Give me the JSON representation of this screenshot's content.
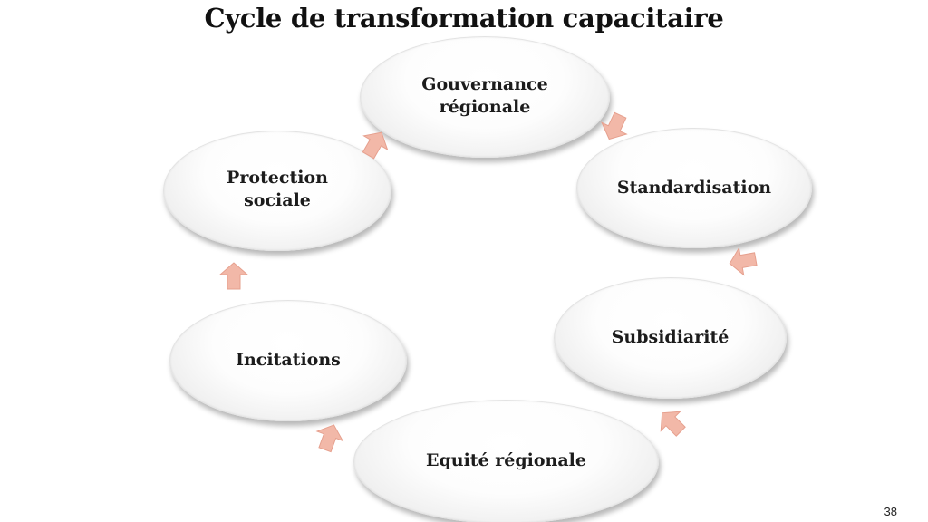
{
  "title": "Cycle de transformation capacitaire",
  "cycle_nodes": {
    "gouvernance": "Gouvernance\nrégionale",
    "standardisation": "Standardisation",
    "subsidiarite": "Subsidiarité",
    "equite": "Equité régionale",
    "incitations": "Incitations",
    "protection": "Protection\nsociale"
  },
  "arrow_color": "#f2b8a8",
  "arrow_stroke": "#e6a08e",
  "page_number": "38"
}
